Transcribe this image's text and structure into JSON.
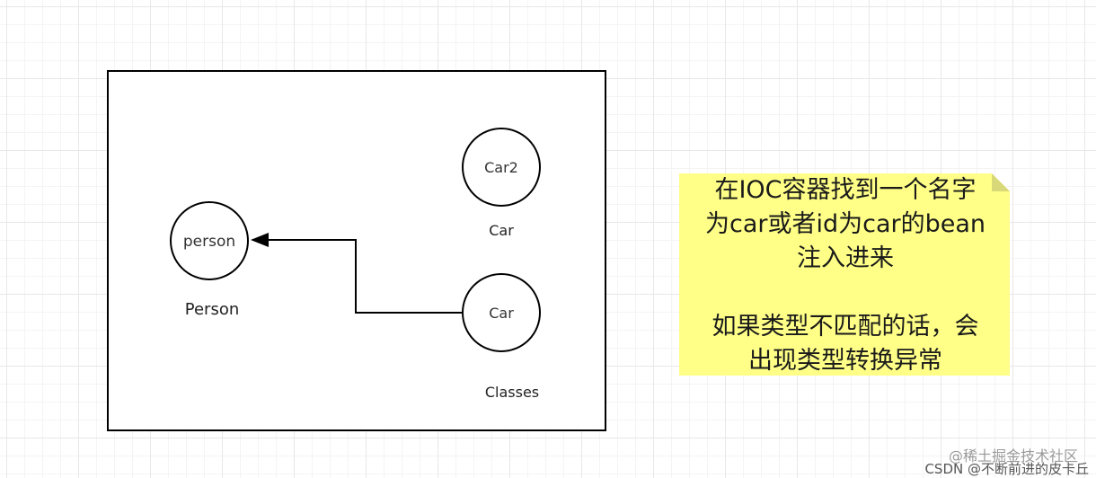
{
  "diagram": {
    "container_name": "",
    "nodes": {
      "person": {
        "label": "person",
        "caption": "Person"
      },
      "car2": {
        "label": "Car2",
        "caption": "Car"
      },
      "car": {
        "label": "Car",
        "caption": "Classes"
      }
    },
    "edges": [
      {
        "from": "car",
        "to": "person",
        "style": "solid-arrow"
      }
    ]
  },
  "note": {
    "lines": [
      "在IOC容器找到一个名字",
      "为car或者id为car的bean",
      "注入进来",
      "",
      "如果类型不匹配的话，会",
      "出现类型转换异常"
    ],
    "fill_color": "#ffff88",
    "fold_color": "#d8d878"
  },
  "watermark": {
    "community": "@稀土掘金技术社区",
    "csdn": "CSDN @不断前进的皮卡丘"
  },
  "colors": {
    "stroke": "#000000",
    "grid_major": "#e8e8e8",
    "grid_minor": "#f4f4f4"
  }
}
